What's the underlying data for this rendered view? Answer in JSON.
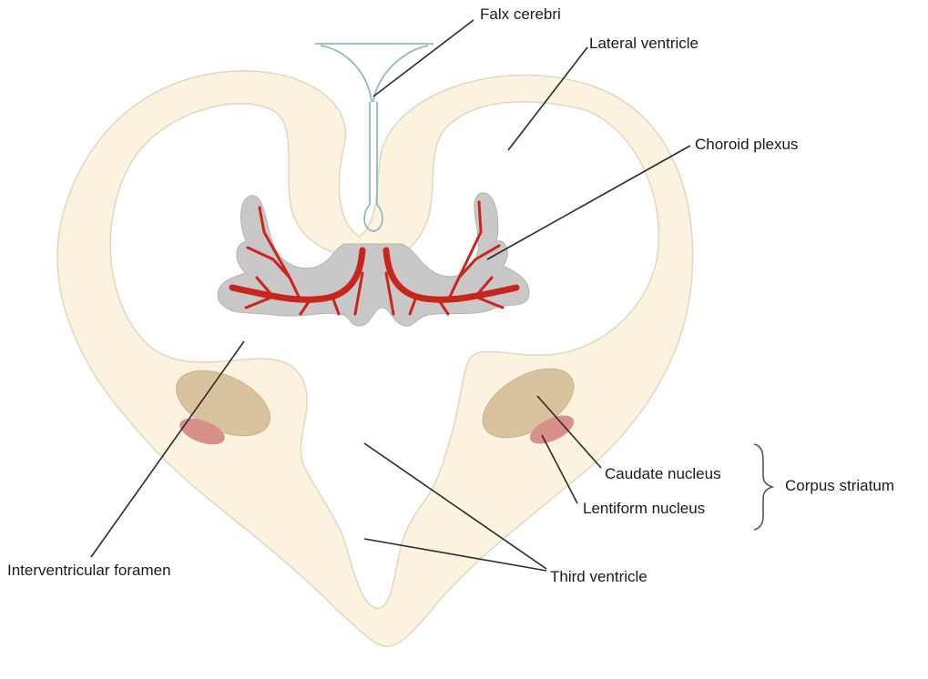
{
  "labels": {
    "falx_cerebri": "Falx cerebri",
    "lateral_ventricle": "Lateral ventricle",
    "choroid_plexus": "Choroid plexus",
    "caudate_nucleus": "Caudate nucleus",
    "lentiform_nucleus": "Lentiform nucleus",
    "corpus_striatum": "Corpus striatum",
    "interventricular_foramen": "Interventricular foramen",
    "third_ventricle": "Third ventricle"
  },
  "colors": {
    "brain_tissue": "#fbf3df",
    "tissue_outline": "#e2d7bd",
    "falx": "#8fbcb8",
    "choroid_plexus": "#c9c7c7",
    "vessels": "#c8261c",
    "caudate": "#d9c39f",
    "lentiform": "#d8908a"
  }
}
